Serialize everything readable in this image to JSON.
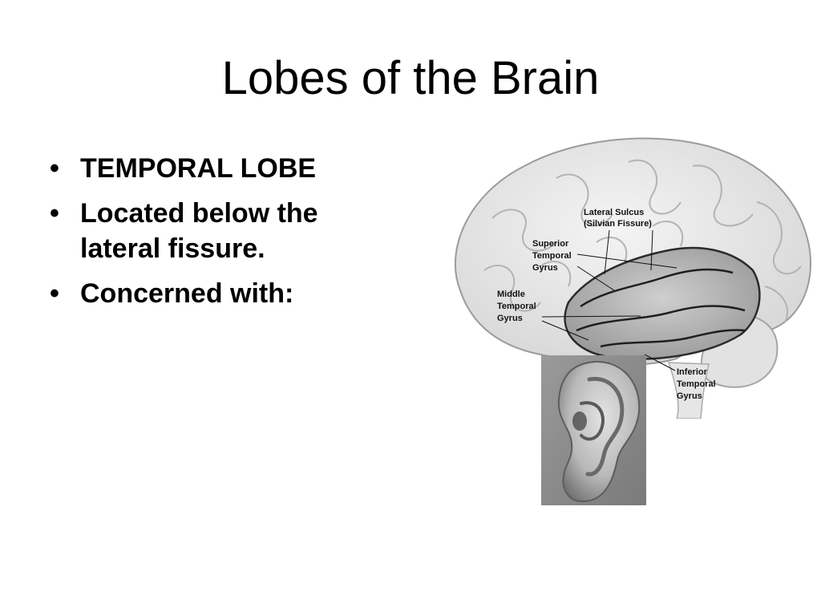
{
  "slide": {
    "title": "Lobes of the Brain",
    "bullet_glyph": "•",
    "bullets": [
      {
        "text": "TEMPORAL LOBE"
      },
      {
        "text": "Located below the lateral fissure."
      },
      {
        "text": "Concerned with:"
      }
    ]
  },
  "figure": {
    "icons": [
      "brain-illustration",
      "ear-image"
    ],
    "labels": {
      "lateral_sulcus_1": "Lateral Sulcus",
      "lateral_sulcus_2": "(Silvian Fissure)",
      "superior_1": "Superior",
      "superior_2": "Temporal",
      "superior_3": "Gyrus",
      "middle_1": "Middle",
      "middle_2": "Temporal",
      "middle_3": "Gyrus",
      "inferior_1": "Inferior",
      "inferior_2": "Temporal",
      "inferior_3": "Gyrus"
    }
  }
}
